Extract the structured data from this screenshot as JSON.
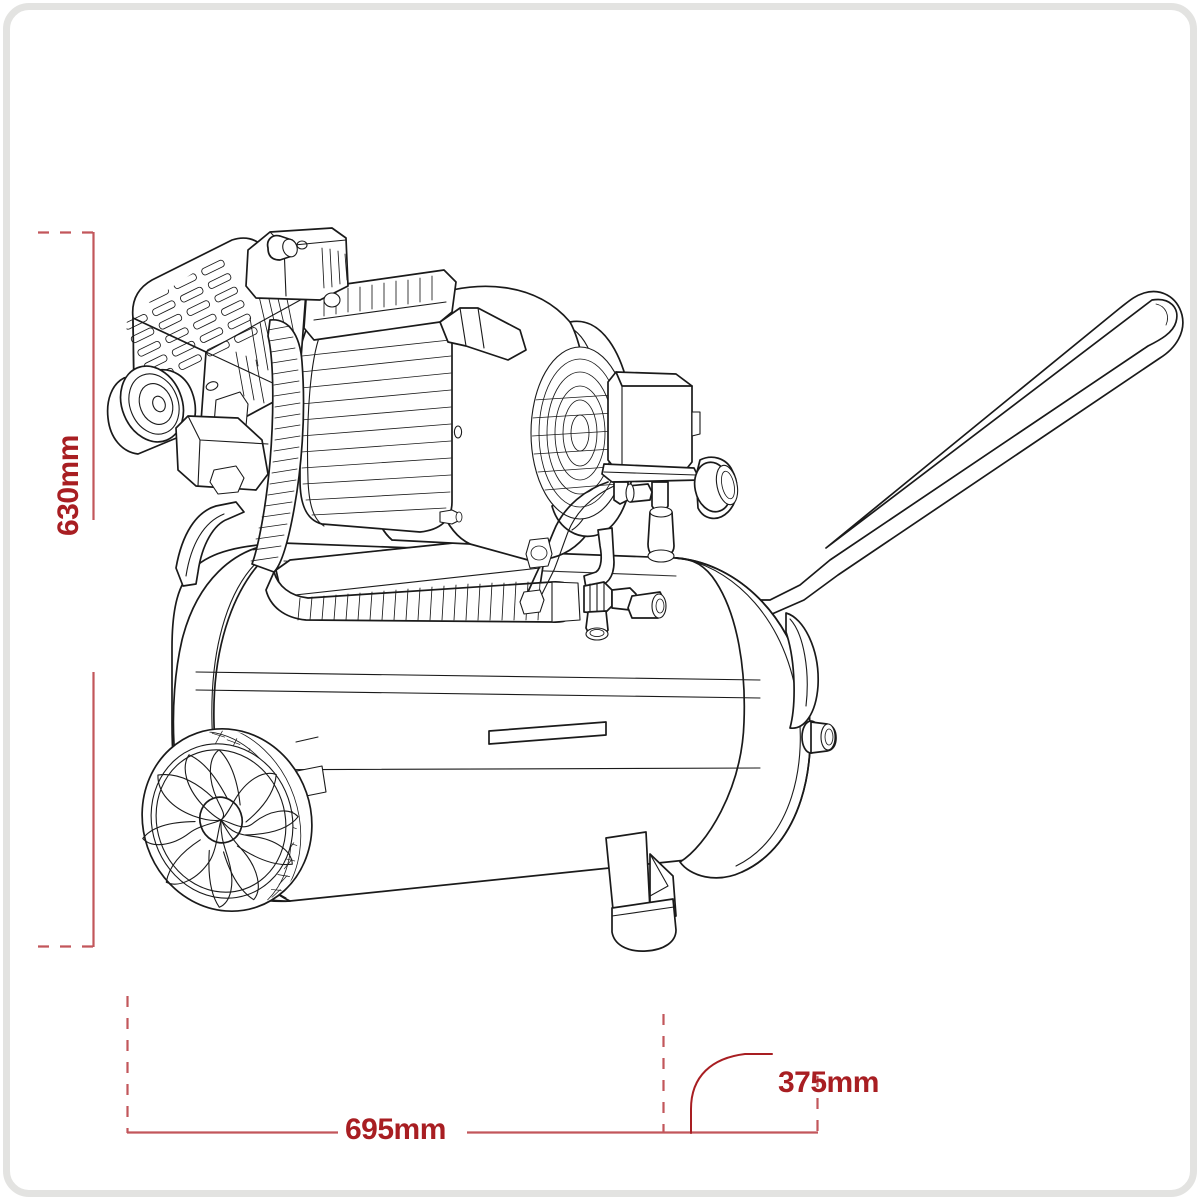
{
  "product": {
    "type": "air-compressor",
    "description": "Belt/direct drive portable air compressor on horizontal receiver tank with twin wheels, tow handle, motor fan cowl, pressure switch and gauge, finned pump cylinder, air filter housing and corrugated discharge hose"
  },
  "dimensions": {
    "height": {
      "value": "630mm",
      "axis": "vertical",
      "color": "#a81e22"
    },
    "width": {
      "value": "695mm",
      "axis": "horizontal",
      "color": "#a81e22"
    },
    "depth": {
      "value": "375mm",
      "axis": "horizontal-leader",
      "color": "#a81e22"
    }
  },
  "style": {
    "line_color": "#1a1a1a",
    "dimension_color": "#a81e22",
    "dimension_color_light": "#c8666a",
    "frame_color": "#e3e3e1",
    "background": "#ffffff"
  }
}
